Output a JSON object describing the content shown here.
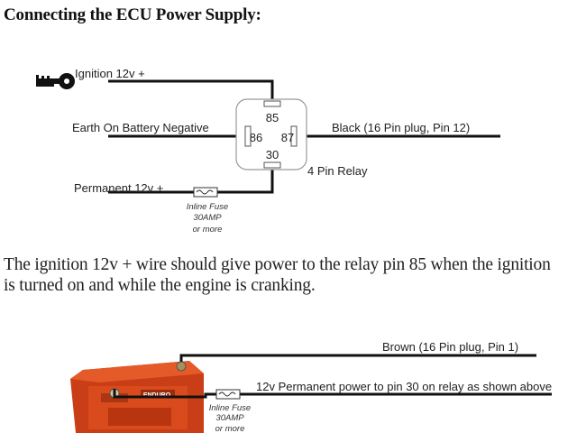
{
  "title": "Connecting the ECU Power Supply:",
  "diagram_top": {
    "wires": {
      "ignition": "Ignition 12v +",
      "earth": "Earth On Battery Negative",
      "permanent": "Permanent 12v +",
      "black": "Black (16 Pin plug, Pin 12)"
    },
    "relay": {
      "label": "4 Pin Relay",
      "pins": {
        "top": "85",
        "left": "86",
        "right": "87",
        "bottom": "30"
      }
    },
    "fuse": [
      "Inline Fuse",
      "30AMP",
      "or more"
    ]
  },
  "paragraph": {
    "line1": "The ignition 12v + wire should give power to the relay pin 85 when the ignition",
    "line2": "is turned on and while the engine is cranking."
  },
  "diagram_bottom": {
    "brown": "Brown (16 Pin plug, Pin 1)",
    "permanent_note": "12v Permanent power to pin 30 on relay as shown above",
    "fuse": [
      "Inline Fuse",
      "30AMP",
      "or more"
    ]
  },
  "colors": {
    "wire": "#111111",
    "battery": "#d94a1c",
    "relay_outline": "#999999"
  },
  "icons": {
    "key": "key-icon",
    "battery": "battery-icon",
    "fuse": "fuse-icon"
  }
}
